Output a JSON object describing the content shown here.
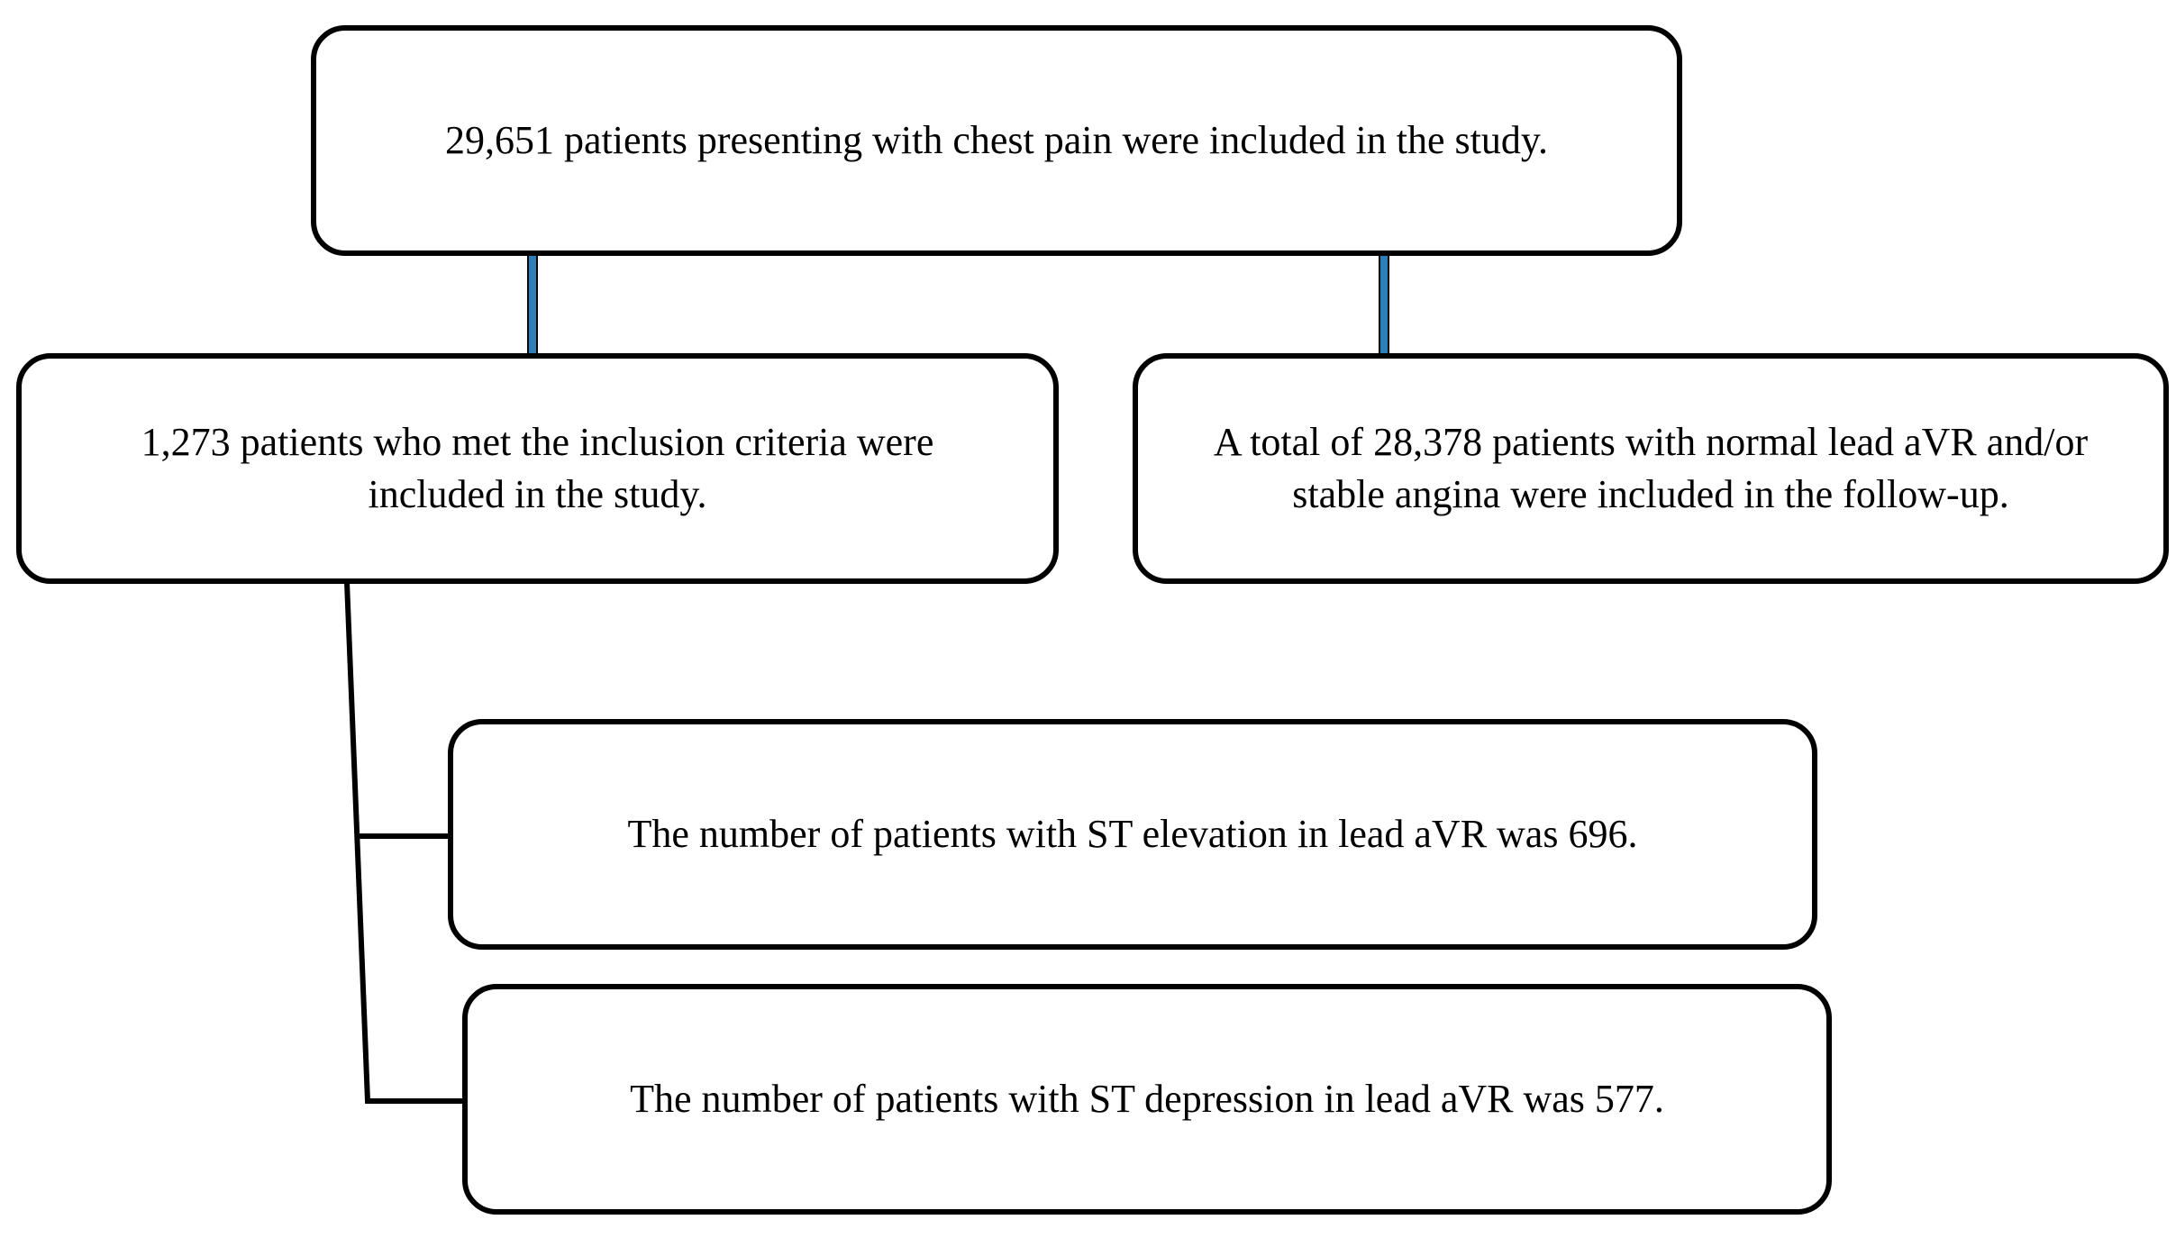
{
  "flowchart": {
    "total": {
      "text": "29,651 patients presenting with chest pain were included in the study."
    },
    "included": {
      "text": "1,273 patients who met the inclusion criteria were included in the study."
    },
    "followup": {
      "text": "A total of 28,378 patients with normal lead aVR and/or stable angina were included in the follow-up."
    },
    "st_elevation": {
      "text": "The number of patients with ST elevation in lead aVR was 696."
    },
    "st_depression": {
      "text": "The number of patients with ST depression in lead aVR was 577."
    }
  },
  "colors": {
    "box_border": "#000000",
    "blue_connector_fill": "#2c7fb8",
    "connector_black": "#000000"
  }
}
